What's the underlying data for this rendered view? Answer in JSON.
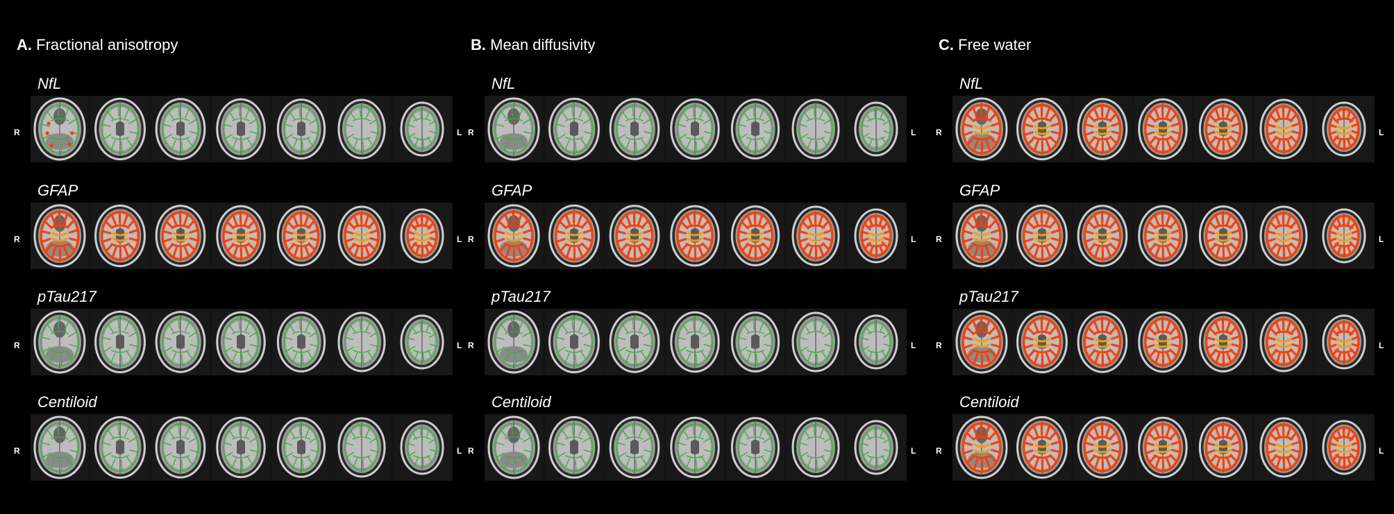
{
  "panels": [
    {
      "letter": "A.",
      "title": "Fractional anisotropy",
      "rows": [
        {
          "label": "NfL",
          "map": "green-sparse-red-spots"
        },
        {
          "label": "GFAP",
          "map": "red-orange-dense"
        },
        {
          "label": "pTau217",
          "map": "green-sparse"
        },
        {
          "label": "Centiloid",
          "map": "green-sparse"
        }
      ]
    },
    {
      "letter": "B.",
      "title": "Mean diffusivity",
      "rows": [
        {
          "label": "NfL",
          "map": "green-sparse"
        },
        {
          "label": "GFAP",
          "map": "red-orange-dense"
        },
        {
          "label": "pTau217",
          "map": "green-sparse"
        },
        {
          "label": "Centiloid",
          "map": "green-sparse"
        }
      ]
    },
    {
      "letter": "C.",
      "title": "Free water",
      "rows": [
        {
          "label": "NfL",
          "map": "red-orange-dense"
        },
        {
          "label": "GFAP",
          "map": "red-orange-dense"
        },
        {
          "label": "pTau217",
          "map": "red-orange-dense"
        },
        {
          "label": "Centiloid",
          "map": "red-orange-dense"
        }
      ]
    }
  ],
  "orientation": {
    "right": "R",
    "left": "L"
  },
  "slices_per_row": 7,
  "colors": {
    "background": "#000000",
    "green_map": "#3fae3f",
    "red_map": "#ff3a00",
    "orange_map": "#ff9a00",
    "skull": "#cfcfcf",
    "brain_gray": "#9a9a9a"
  }
}
